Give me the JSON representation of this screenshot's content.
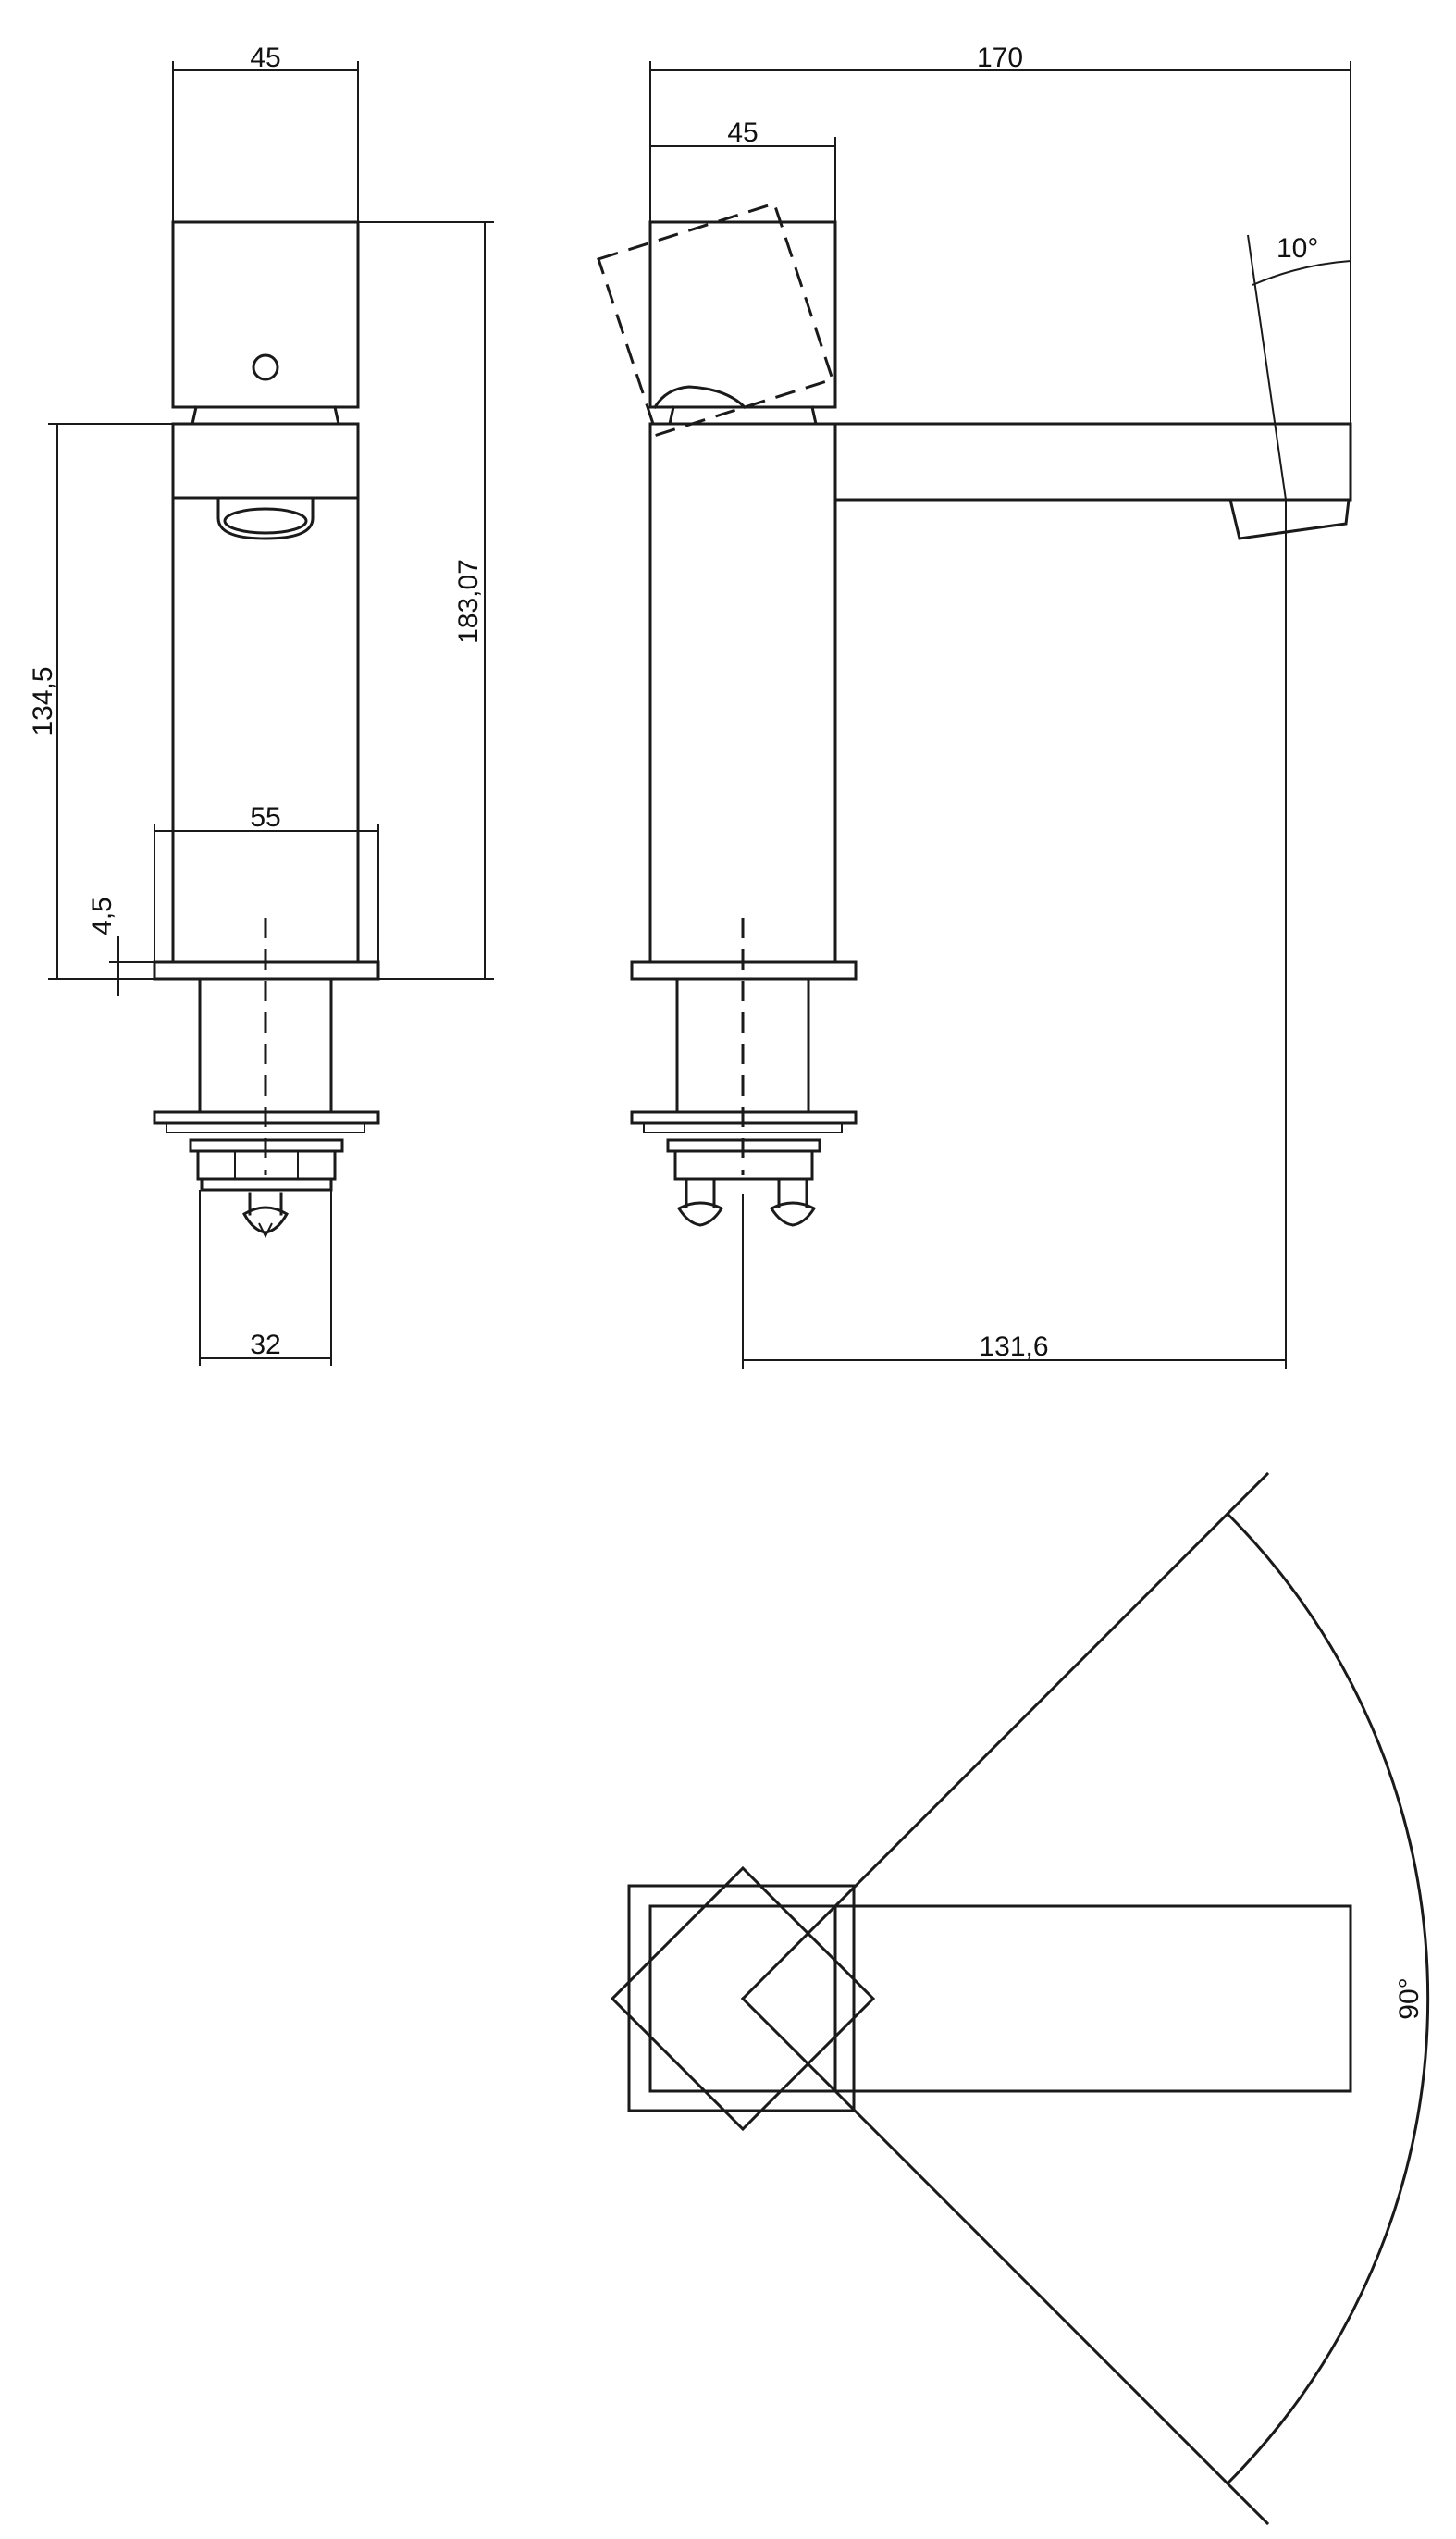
{
  "views": {
    "front": {
      "dim_top_width": "45",
      "dim_total_height": "183,07",
      "dim_body_height": "134,5",
      "dim_base_width": "55",
      "dim_base_plate": "4,5",
      "dim_shank_width": "32"
    },
    "side": {
      "dim_overall_length": "170",
      "dim_handle_width": "45",
      "dim_tilt_angle": "10°",
      "dim_spout_reach": "131,6"
    },
    "top": {
      "dim_rotation_angle": "90°"
    }
  }
}
